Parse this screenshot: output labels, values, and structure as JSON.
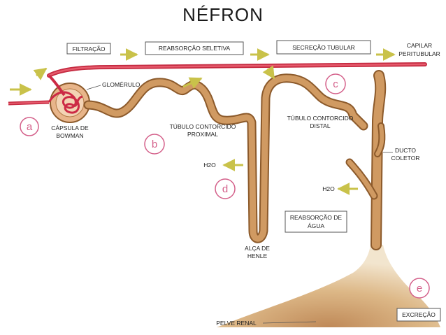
{
  "title": "NÉFRON",
  "process_boxes": {
    "filtracao": "FILTRAÇÃO",
    "reabsorcao_seletiva": "REABSORÇÃO SELETIVA",
    "secrecao_tubular": "SECREÇÃO TUBULAR",
    "reabsorcao_agua_1": "REABSORÇÃO DE",
    "reabsorcao_agua_2": "ÁGUA",
    "excrecao": "EXCREÇÃO"
  },
  "labels": {
    "capilar_1": "CAPILAR",
    "capilar_2": "PERITUBULAR",
    "glomerulo": "GLOMÉRULO",
    "capsula_1": "CÁPSULA DE",
    "capsula_2": "BOWMAN",
    "proximal_1": "TÚBULO CONTORCIDO",
    "proximal_2": "PROXIMAL",
    "distal_1": "TÚBULO CONTORCIDO",
    "distal_2": "DISTAL",
    "ducto_1": "DUCTO",
    "ducto_2": "COLETOR",
    "h2o_left": "H2O",
    "h2o_right": "H2O",
    "alca_1": "ALÇA DE",
    "alca_2": "HENLE",
    "pelve": "PELVE RENAL"
  },
  "markers": {
    "a": "a",
    "b": "b",
    "c": "c",
    "d": "d",
    "e": "e"
  },
  "colors": {
    "vessel": "#d93a50",
    "tubule": "#c4884e",
    "tubule_edge": "#8c5a2b",
    "arrow": "#c9c24a",
    "marker": "#d4608a",
    "box_edge": "#555555"
  }
}
